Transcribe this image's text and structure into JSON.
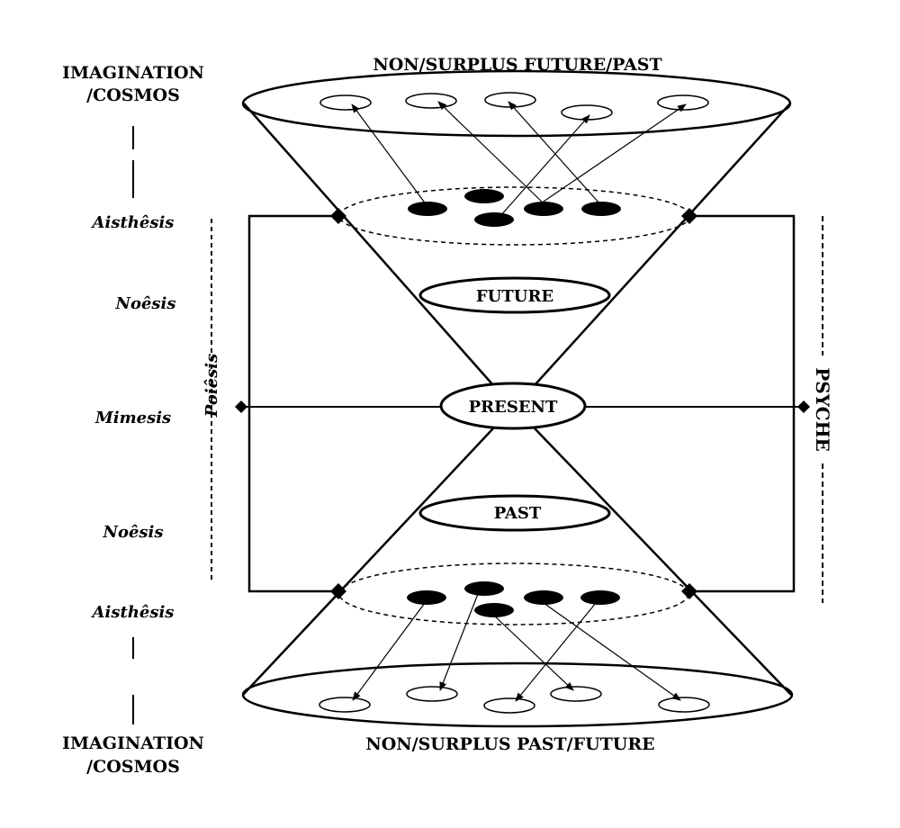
{
  "diagram": {
    "top_title": "NON/SURPLUS FUTURE/PAST",
    "bottom_title": "NON/SURPLUS PAST/FUTURE",
    "imagination_top": [
      "IMAGINATION",
      "/COSMOS"
    ],
    "imagination_bottom": [
      "IMAGINATION",
      "/COSMOS"
    ],
    "left_levels": [
      "Aisthêsis",
      "Noêsis",
      "Mimesis",
      "Noêsis",
      "Aisthêsis"
    ],
    "poiesis": "Poiêsis",
    "psyche": "PSYCHE",
    "future": "FUTURE",
    "present": "PRESENT",
    "past": "PAST"
  }
}
